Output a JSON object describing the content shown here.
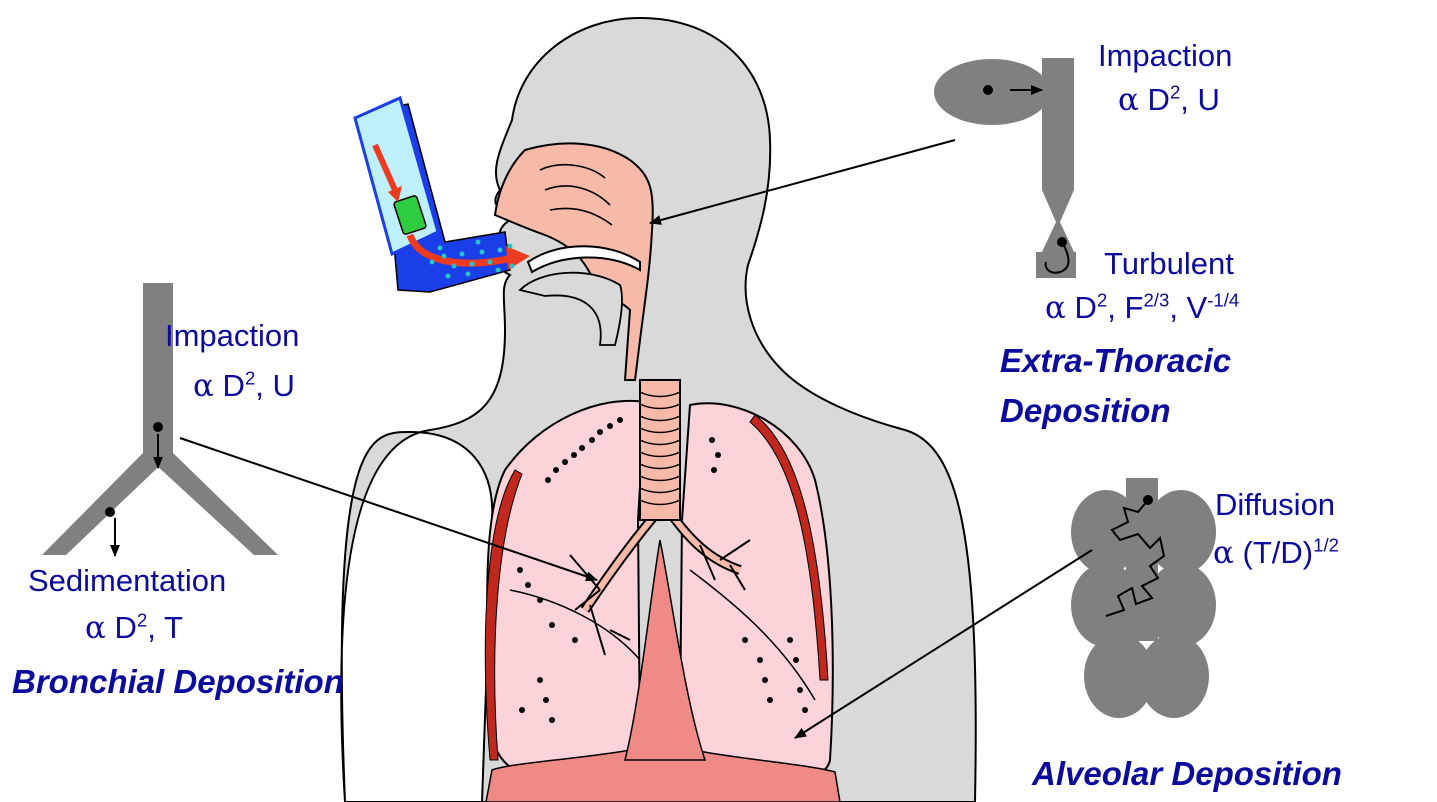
{
  "colors": {
    "text": "#0b0b9e",
    "body_gray": "#d9d9d9",
    "body_outline": "#000000",
    "airway_salmon": "#f7b9a8",
    "lung_pink": "#fbd3d8",
    "pleura_red": "#c0271d",
    "diaphragm": "#f08a86",
    "particle_gray": "#808080",
    "inhaler_blue": "#1a3ee8",
    "spray_cyan": "#26c6c6",
    "flow_arrow_red": "#ee3a1e"
  },
  "labels": {
    "et_impaction": {
      "name": "Impaction",
      "symbol": "α",
      "formula_base": " D",
      "formula_sup": "2",
      "formula_tail": ", U"
    },
    "et_turbulent": {
      "name": "Turbulent",
      "symbol": "α",
      "part1": " D",
      "sup1": "2",
      "part2": ", F",
      "sup2": "2/3",
      "part3": ", V",
      "sup3": "-1/4"
    },
    "et_title_line1": "Extra-Thoracic",
    "et_title_line2": "Deposition",
    "br_impaction": {
      "name": "Impaction",
      "symbol": "α",
      "formula_base": " D",
      "formula_sup": "2",
      "formula_tail": ", U"
    },
    "br_sedimentation": {
      "name": "Sedimentation",
      "symbol": "α",
      "formula_base": " D",
      "formula_sup": "2",
      "formula_tail": ", T"
    },
    "br_title": "Bronchial Deposition",
    "alv_diffusion": {
      "name": "Diffusion",
      "symbol": "α",
      "formula_base": " (T/D)",
      "formula_sup": "1/2"
    },
    "alv_title": "Alveolar Deposition"
  },
  "icons": [
    "human-torso-silhouette",
    "metered-dose-inhaler-icon",
    "spray-plume-icon",
    "lungs-illustration",
    "impaction-bend-schematic",
    "turbulent-constriction-schematic",
    "bifurcation-schematic",
    "alveoli-cluster-schematic"
  ]
}
